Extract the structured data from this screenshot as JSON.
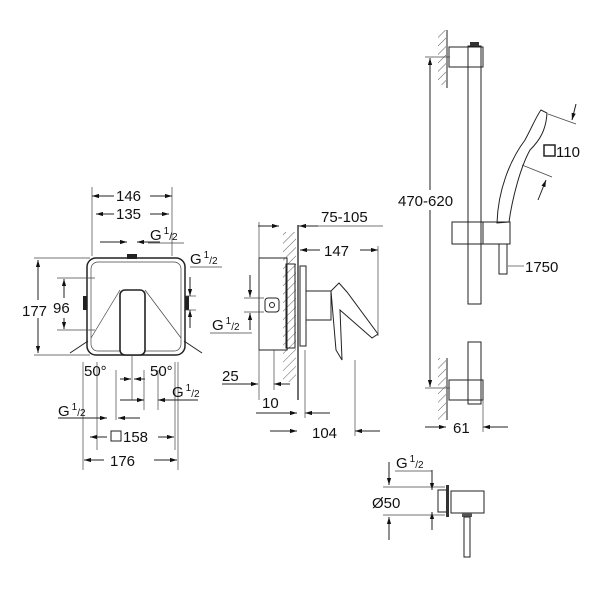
{
  "title": "Concealed mixer and shower rail set – dimension drawing",
  "thread": {
    "g": "G",
    "num": "1",
    "den": "/2"
  },
  "front_view": {
    "width_outer": "146",
    "width_inner": "135",
    "height_outer": "177",
    "height_inner": "96",
    "angle_left": "50°",
    "angle_right": "50°",
    "plate_square": "158",
    "plate_width": "176"
  },
  "side_view": {
    "install_depth": "75-105",
    "projection": "147",
    "box_depth": "25",
    "offset": "10",
    "handle_projection": "104"
  },
  "shower_rail": {
    "rail_height": "470-620",
    "head_size": "110",
    "hose_length": "1750",
    "wall_distance": "61"
  },
  "wall_outlet": {
    "diameter": "Ø50"
  }
}
